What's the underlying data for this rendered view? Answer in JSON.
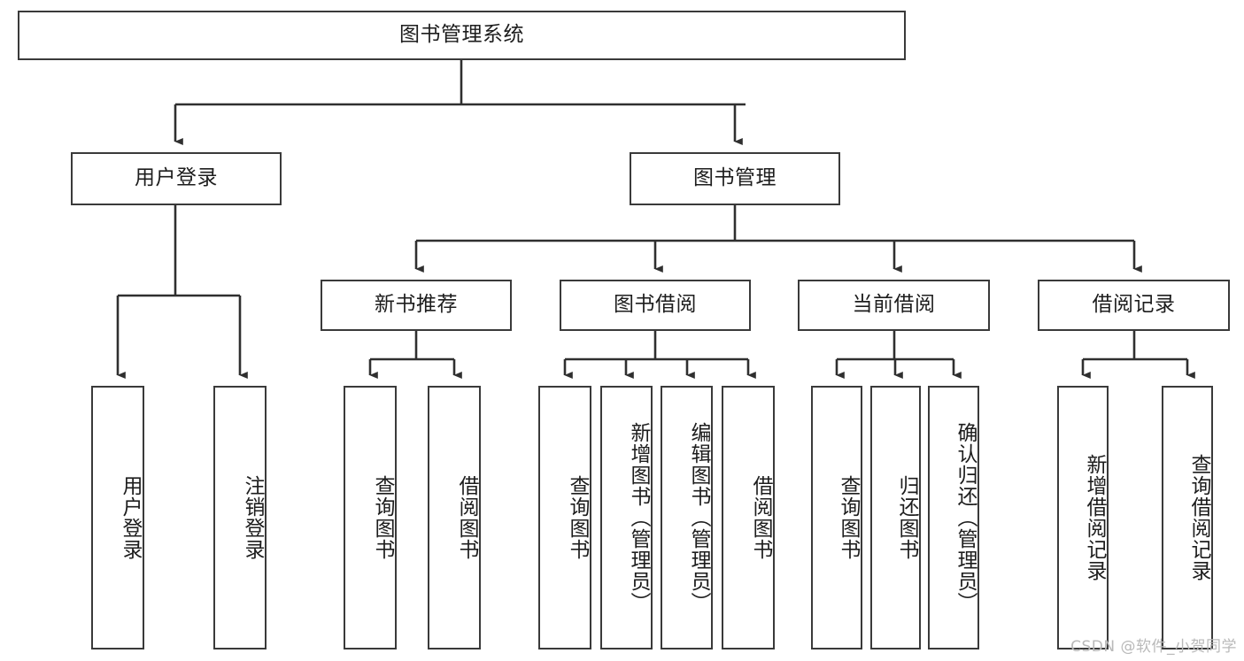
{
  "diagram": {
    "type": "tree",
    "title": "图书管理系统",
    "root": {
      "id": "root",
      "label": "图书管理系统"
    },
    "level2": [
      {
        "id": "user-login",
        "label": "用户登录"
      },
      {
        "id": "book-manage",
        "label": "图书管理"
      }
    ],
    "level3": [
      {
        "id": "new-book-rec",
        "label": "新书推荐",
        "parent": "book-manage"
      },
      {
        "id": "book-borrow",
        "label": "图书借阅",
        "parent": "book-manage"
      },
      {
        "id": "current-borrow",
        "label": "当前借阅",
        "parent": "book-manage"
      },
      {
        "id": "borrow-record",
        "label": "借阅记录",
        "parent": "book-manage"
      }
    ],
    "leaves": [
      {
        "id": "leaf-user-login",
        "label": "用户登录",
        "parent": "user-login"
      },
      {
        "id": "leaf-user-logout",
        "label": "注销登录",
        "parent": "user-login"
      },
      {
        "id": "leaf-query-book-1",
        "label": "查询图书",
        "parent": "new-book-rec"
      },
      {
        "id": "leaf-borrow-book-1",
        "label": "借阅图书",
        "parent": "new-book-rec"
      },
      {
        "id": "leaf-query-book-2",
        "label": "查询图书",
        "parent": "book-borrow"
      },
      {
        "id": "leaf-add-book",
        "label": "新增图书（管理员）",
        "parent": "book-borrow"
      },
      {
        "id": "leaf-edit-book",
        "label": "编辑图书（管理员）",
        "parent": "book-borrow"
      },
      {
        "id": "leaf-borrow-book-2",
        "label": "借阅图书",
        "parent": "book-borrow"
      },
      {
        "id": "leaf-query-book-3",
        "label": "查询图书",
        "parent": "current-borrow"
      },
      {
        "id": "leaf-return-book",
        "label": "归还图书",
        "parent": "current-borrow"
      },
      {
        "id": "leaf-confirm-return",
        "label": "确认归还（管理员）",
        "parent": "current-borrow"
      },
      {
        "id": "leaf-add-record",
        "label": "新增借阅记录",
        "parent": "borrow-record"
      },
      {
        "id": "leaf-query-record",
        "label": "查询借阅记录",
        "parent": "borrow-record"
      }
    ],
    "colors": {
      "box_border": "#3a3a3a",
      "box_fill": "#ffffff",
      "connector": "#2f2f2f",
      "text": "#1d1d1d",
      "watermark": "#b9b9b9",
      "background": "#ffffff"
    }
  },
  "watermark": {
    "text": "CSDN @软件_小贺同学"
  }
}
